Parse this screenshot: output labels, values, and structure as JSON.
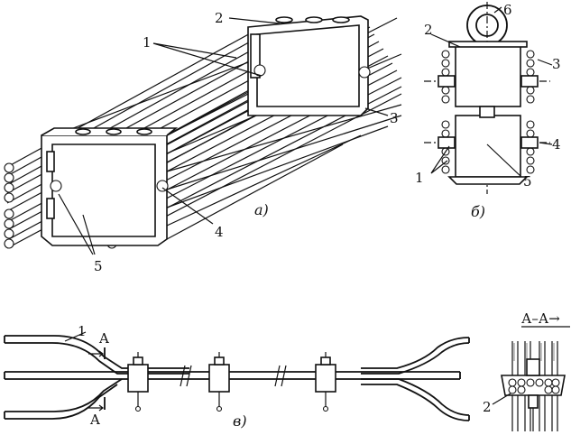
{
  "figure_a": {
    "caption": "а)",
    "labels": {
      "l1": "1",
      "l2": "2",
      "l3": "3",
      "l4": "4",
      "l5": "5"
    }
  },
  "figure_b": {
    "caption": "б)",
    "labels": {
      "l1": "1",
      "l2": "2",
      "l3": "3",
      "l4": "4",
      "l5": "5",
      "l6": "6"
    }
  },
  "figure_v": {
    "caption": "в)",
    "labels": {
      "l1": "1",
      "a_top": "A",
      "a_bottom": "A"
    }
  },
  "section": {
    "title": "А–А→",
    "label": "2"
  }
}
